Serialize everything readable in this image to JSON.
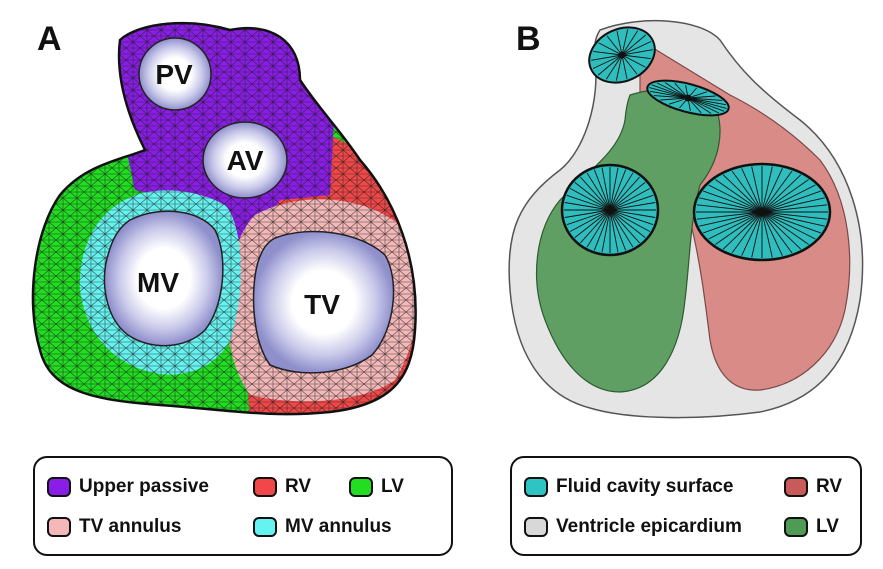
{
  "panels": {
    "a": {
      "letter": "A"
    },
    "b": {
      "letter": "B"
    }
  },
  "valves": {
    "pv": "PV",
    "av": "AV",
    "mv": "MV",
    "tv": "TV"
  },
  "legend_a": {
    "items": [
      {
        "label": "Upper passive",
        "color": "#8a1ee6"
      },
      {
        "label": "RV",
        "color": "#f04848"
      },
      {
        "label": "LV",
        "color": "#22dd22"
      },
      {
        "label": "TV annulus",
        "color": "#f4b8b8"
      },
      {
        "label": "MV annulus",
        "color": "#66f2f0"
      }
    ]
  },
  "legend_b": {
    "items": [
      {
        "label": "Fluid cavity surface",
        "color": "#2ec4c4"
      },
      {
        "label": "RV",
        "color": "#c85a5a"
      },
      {
        "label": "Ventricle epicardium",
        "color": "#d8d8d8"
      },
      {
        "label": "LV",
        "color": "#4f9a55"
      }
    ]
  },
  "colors": {
    "valve_disc": "#8f8fcc",
    "mesh_line": "#1a1a1a",
    "fluid_valve": "#2fbdbd",
    "epicardium": "#e2e2e2",
    "lv_b": "#5f9f64",
    "rv_b": "#d98b87"
  }
}
